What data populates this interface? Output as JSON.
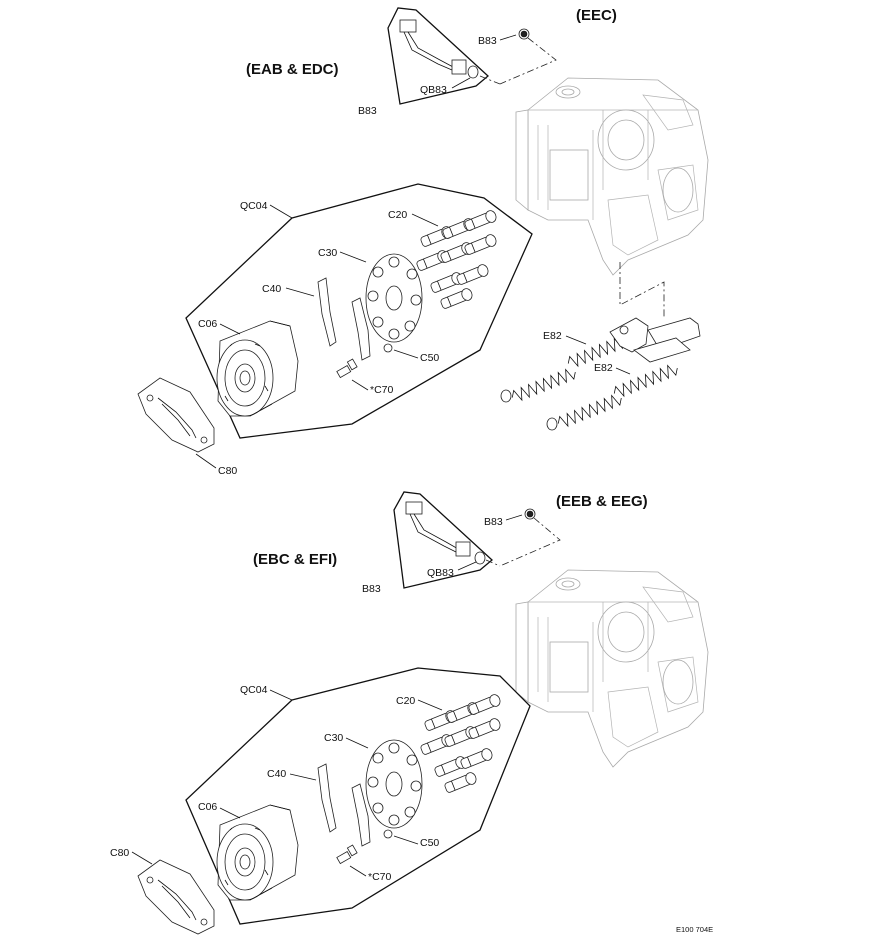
{
  "figure_id": "E100 704E",
  "sections": [
    {
      "options_main": "(EAB & EDC)",
      "options_alt": "(EEC)",
      "labels": {
        "b83_top": "B83",
        "qb83": "QB83",
        "b83_bottom": "B83",
        "qc04": "QC04",
        "c20": "C20",
        "c30": "C30",
        "c40": "C40",
        "c06": "C06",
        "c50": "C50",
        "c70": "*C70",
        "c80": "C80",
        "e82_a": "E82",
        "e82_b": "E82"
      }
    },
    {
      "options_main": "(EBC & EFI)",
      "options_alt": "(EEB & EEG)",
      "labels": {
        "b83_top": "B83",
        "qb83": "QB83",
        "b83_bottom": "B83",
        "qc04": "QC04",
        "c20": "C20",
        "c30": "C30",
        "c40": "C40",
        "c06": "C06",
        "c50": "C50",
        "c70": "*C70",
        "c80": "C80"
      }
    }
  ]
}
